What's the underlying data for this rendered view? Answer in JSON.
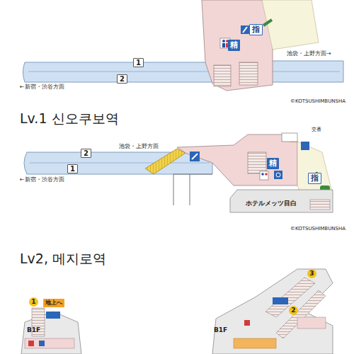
{
  "diagram": {
    "nodes": [
      {
        "text": [
          "1"
        ]
      },
      {
        "text": [
          "2"
        ]
      },
      {
        "text": [
          "精"
        ]
      },
      {
        "text": [
          "指"
        ]
      },
      {
        "text": [
          "2"
        ]
      },
      {
        "text": [
          "1"
        ]
      },
      {
        "text": [
          "精"
        ]
      },
      {
        "text": [
          "指"
        ]
      },
      {
        "text": [
          "ホテルメッツ目白"
        ]
      },
      {
        "text": [
          "1"
        ]
      },
      {
        "text": [
          "地上へ"
        ]
      },
      {
        "text": [
          "3"
        ]
      },
      {
        "text": [
          "2"
        ]
      }
    ],
    "labels": [
      "池袋・上野方面→",
      "←新宿・渋谷方面",
      "©KOTSUSHIMBUNSHA",
      "Lv.1 신오쿠보역",
      "池袋・上野方面",
      "←新宿・渋谷方面",
      "交番",
      "©KOTSUSHIMBUNSHA",
      "Lv2, 메지로역",
      "B1F",
      "B1F"
    ]
  }
}
